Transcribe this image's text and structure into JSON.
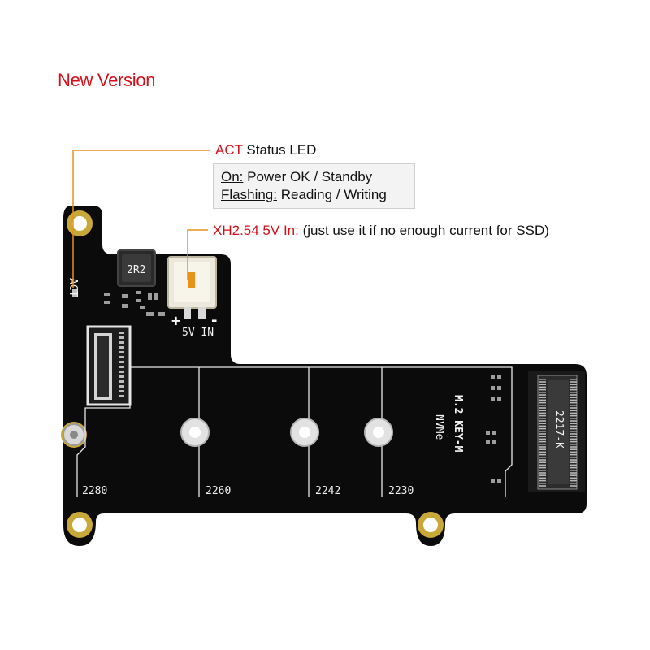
{
  "heading": "New Version",
  "act_led": {
    "label_red": "ACT",
    "label_rest": " Status LED"
  },
  "led_states": [
    {
      "key": "On:",
      "text": " Power OK / Standby"
    },
    {
      "key": "Flashing:",
      "text": " Reading / Writing"
    }
  ],
  "power_in": {
    "label_red": "XH2.54 5V In:",
    "label_rest": " (just use it if no enough current for SSD)"
  },
  "board": {
    "act_silk": "ACT",
    "inductor_marking": "2R2",
    "connector_silk": "5V IN",
    "plus_sign": "+",
    "minus_sign": "-",
    "slot_title": "M.2 KEY-M",
    "slot_subtitle": "NVMe",
    "connector_code": "2217-K",
    "sizes": [
      "2280",
      "2260",
      "2242",
      "2230"
    ]
  },
  "colors": {
    "accent_red": "#d6101a",
    "leader_orange": "#e8921c",
    "pcb_black": "#0b0b0b",
    "gold": "#c9a83a"
  }
}
